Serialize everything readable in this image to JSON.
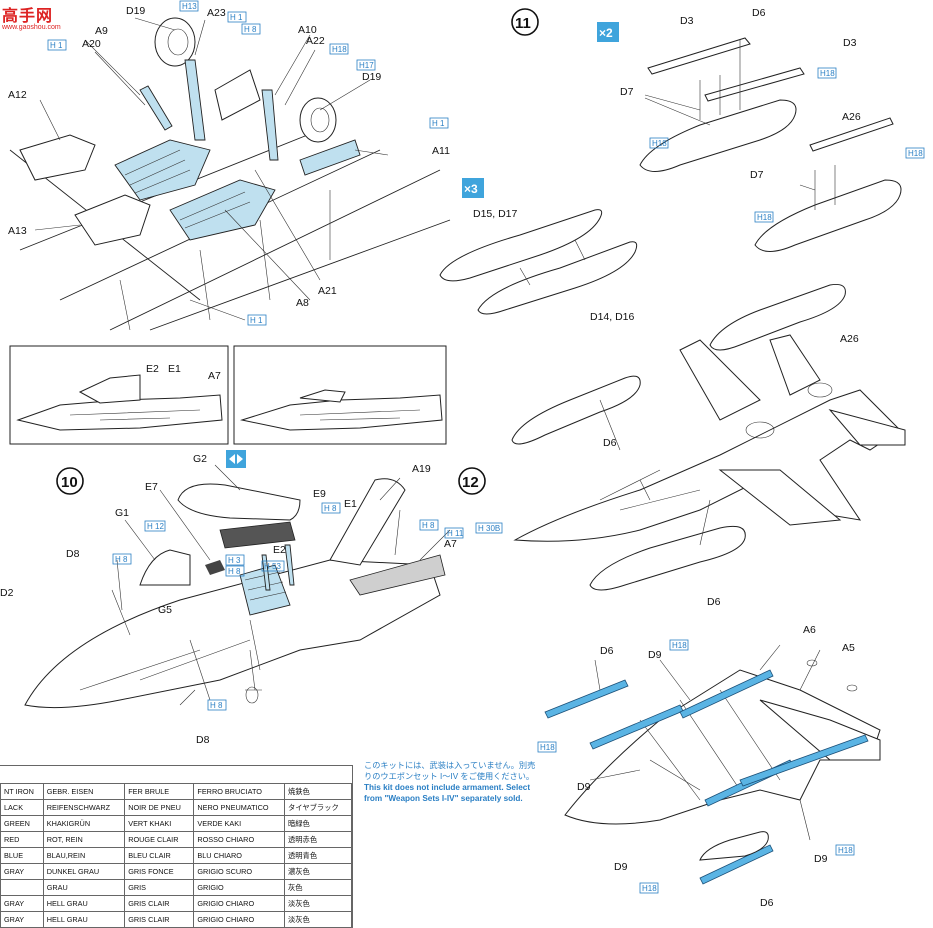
{
  "watermark": {
    "brand": "高手网",
    "url": "www.gaoshou.com"
  },
  "steps": [
    "10",
    "11",
    "12"
  ],
  "multipliers": {
    "x2": "×2",
    "x3": "×3"
  },
  "labels": {
    "D19a": "D19",
    "H13top": "H13",
    "A23": "A23",
    "H1a": "H 1",
    "H8a": "H 8",
    "A9": "A9",
    "A20": "A20",
    "H1b": "H 1",
    "A12": "A12",
    "A10": "A10",
    "A22": "A22",
    "H18a": "H18",
    "H17": "H17",
    "D19b": "D19",
    "H1c": "H 1",
    "A11": "A11",
    "A13": "A13",
    "A21": "A21",
    "A8": "A8",
    "H1d": "H 1",
    "D3a": "D3",
    "D6a": "D6",
    "D3b": "D3",
    "H18b": "H18",
    "D7a": "D7",
    "H18c": "H18",
    "A26a": "A26",
    "H18d": "H18",
    "D7b": "D7",
    "H18e": "H18",
    "D15D17": "D15, D17",
    "D14D16": "D14, D16",
    "A26b": "A26",
    "D6b": "D6",
    "E2a": "E2",
    "E1a": "E1",
    "A7a": "A7",
    "G2": "G2",
    "A19": "A19",
    "E7": "E7",
    "E9": "E9",
    "E1b": "E1",
    "G1": "G1",
    "H12": "H 12",
    "H8b": "H 8",
    "H8c": "H 8",
    "H8d": "H 8",
    "H11": "H 11",
    "H30B": "H 30B",
    "E2b": "E2",
    "H3": "H 3",
    "H8e": "H 8",
    "H53": "H 53",
    "A7b": "A7",
    "D8a": "D8",
    "D2": "D2",
    "G5": "G5",
    "H8f": "H 8",
    "D8b": "D8",
    "D6c": "D6",
    "A6": "A6",
    "A5": "A5",
    "D6d": "D6",
    "D9a": "D9",
    "H18f": "H18",
    "H18g": "H18",
    "D9b": "D9",
    "D9c": "D9",
    "D9d": "D9",
    "H18h": "H18",
    "H18i": "H18",
    "D6e": "D6"
  },
  "note": {
    "jp": "このキットには、武装は入っていません。別売りのウエポンセット I～IV をご使用ください。",
    "en": "This kit does not include armament. Select from \"Weapon Sets I-IV\" separately sold."
  },
  "color_table": [
    [
      "NT IRON",
      "GEBR. EISEN",
      "FER BRULE",
      "FERRO BRUCIATO",
      "焼鉄色"
    ],
    [
      "LACK",
      "REIFENSCHWARZ",
      "NOIR DE PNEU",
      "NERO PNEUMATICO",
      "タイヤブラック"
    ],
    [
      "GREEN",
      "KHAKIGRÜN",
      "VERT KHAKI",
      "VERDE KAKI",
      "暗緑色"
    ],
    [
      "RED",
      "ROT, REIN",
      "ROUGE CLAIR",
      "ROSSO CHIARO",
      "透明赤色"
    ],
    [
      "BLUE",
      "BLAU,REIN",
      "BLEU CLAIR",
      "BLU CHIARO",
      "透明青色"
    ],
    [
      "GRAY",
      "DUNKEL GRAU",
      "GRIS FONCE",
      "GRIGIO SCURO",
      "濃灰色"
    ],
    [
      "",
      "GRAU",
      "GRIS",
      "GRIGIO",
      "灰色"
    ],
    [
      "GRAY",
      "HELL GRAU",
      "GRIS CLAIR",
      "GRIGIO CHIARO",
      "淡灰色"
    ],
    [
      "GRAY",
      "HELL GRAU",
      "GRIS CLAIR",
      "GRIGIO CHIARO",
      "淡灰色"
    ]
  ],
  "colors": {
    "accent_blue": "#3fa4dc",
    "part_blue": "#bfe0ef",
    "missile_blue": "#5ab4e4",
    "watermark_red": "#dd2222"
  },
  "icons": {
    "mirror": "mirror-arrows-icon"
  }
}
